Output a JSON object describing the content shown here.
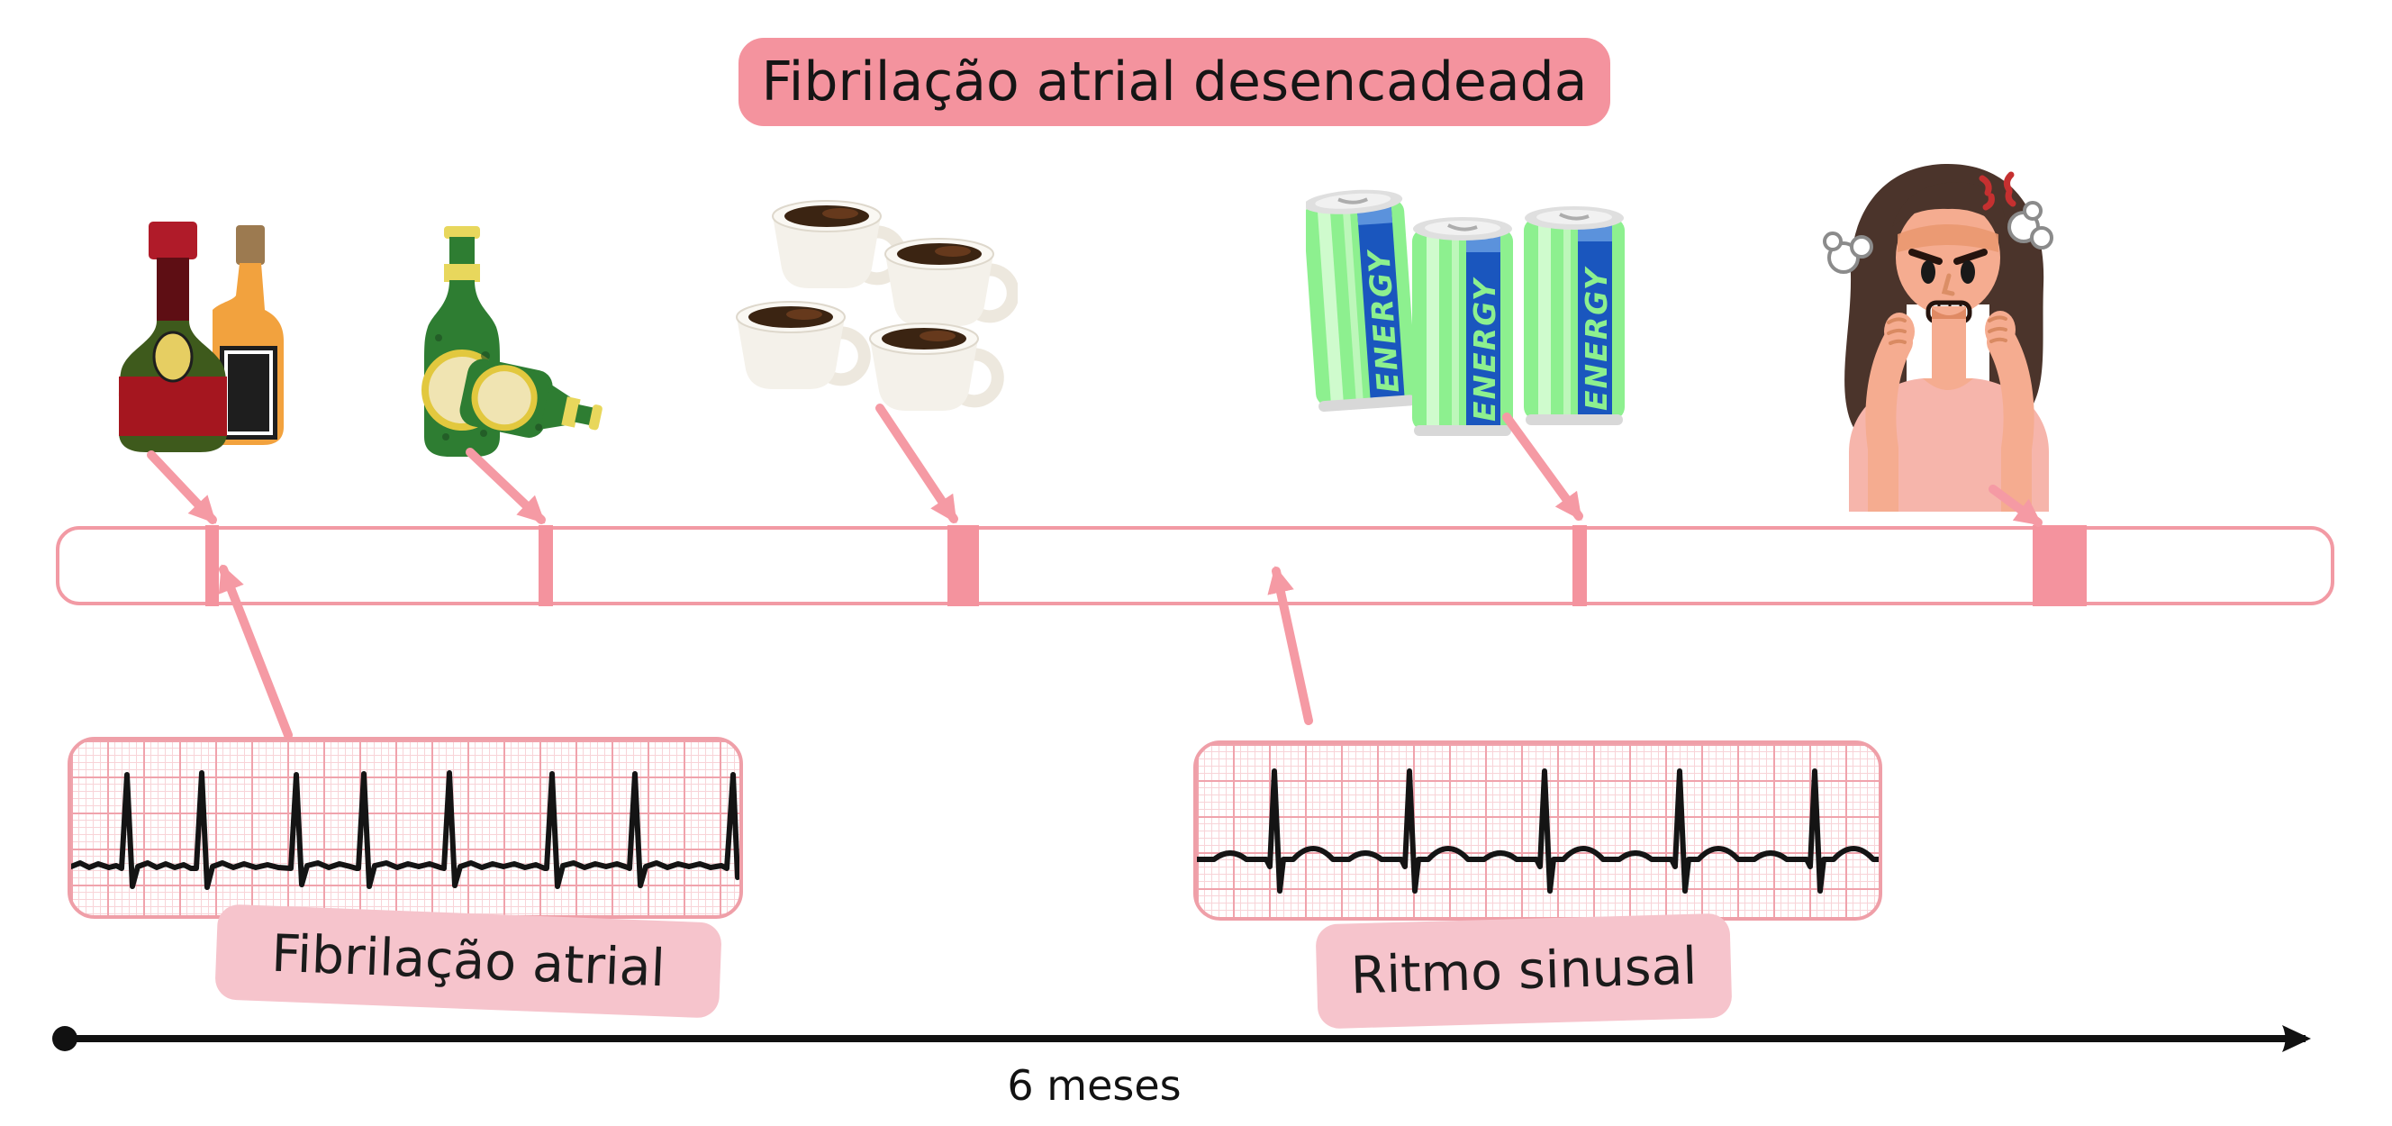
{
  "title": "Fibrilação atrial desencadeada",
  "timeline": {
    "axis_label": "6 meses",
    "events": [
      {
        "trigger": "alcohol-liquor-bottles",
        "episode_size": "short"
      },
      {
        "trigger": "beer-bottles",
        "episode_size": "short"
      },
      {
        "trigger": "coffee-cups",
        "episode_size": "medium"
      },
      {
        "trigger": "energy-drinks",
        "episode_size": "short"
      },
      {
        "trigger": "stress-anger",
        "episode_size": "long"
      }
    ]
  },
  "ecg_panels": [
    {
      "label": "Fibrilação atrial",
      "rhythm": "irregular rapid QRS, fibrillatory baseline"
    },
    {
      "label": "Ritmo sinusal",
      "rhythm": "regular QRS with P and T waves"
    }
  ],
  "energy_can_label": "ENERGY",
  "colors": {
    "title_badge": "#F4939E",
    "label_badge": "#F6C4CC",
    "accent_pink": "#F59AA4",
    "bar_border": "#F29AA4",
    "ecg_border": "#EF9FA8",
    "ecg_grid_major": "#F0A3AC",
    "ecg_grid_minor": "#F8D4D8",
    "trace_black": "#141414",
    "axis_black": "#111111"
  }
}
